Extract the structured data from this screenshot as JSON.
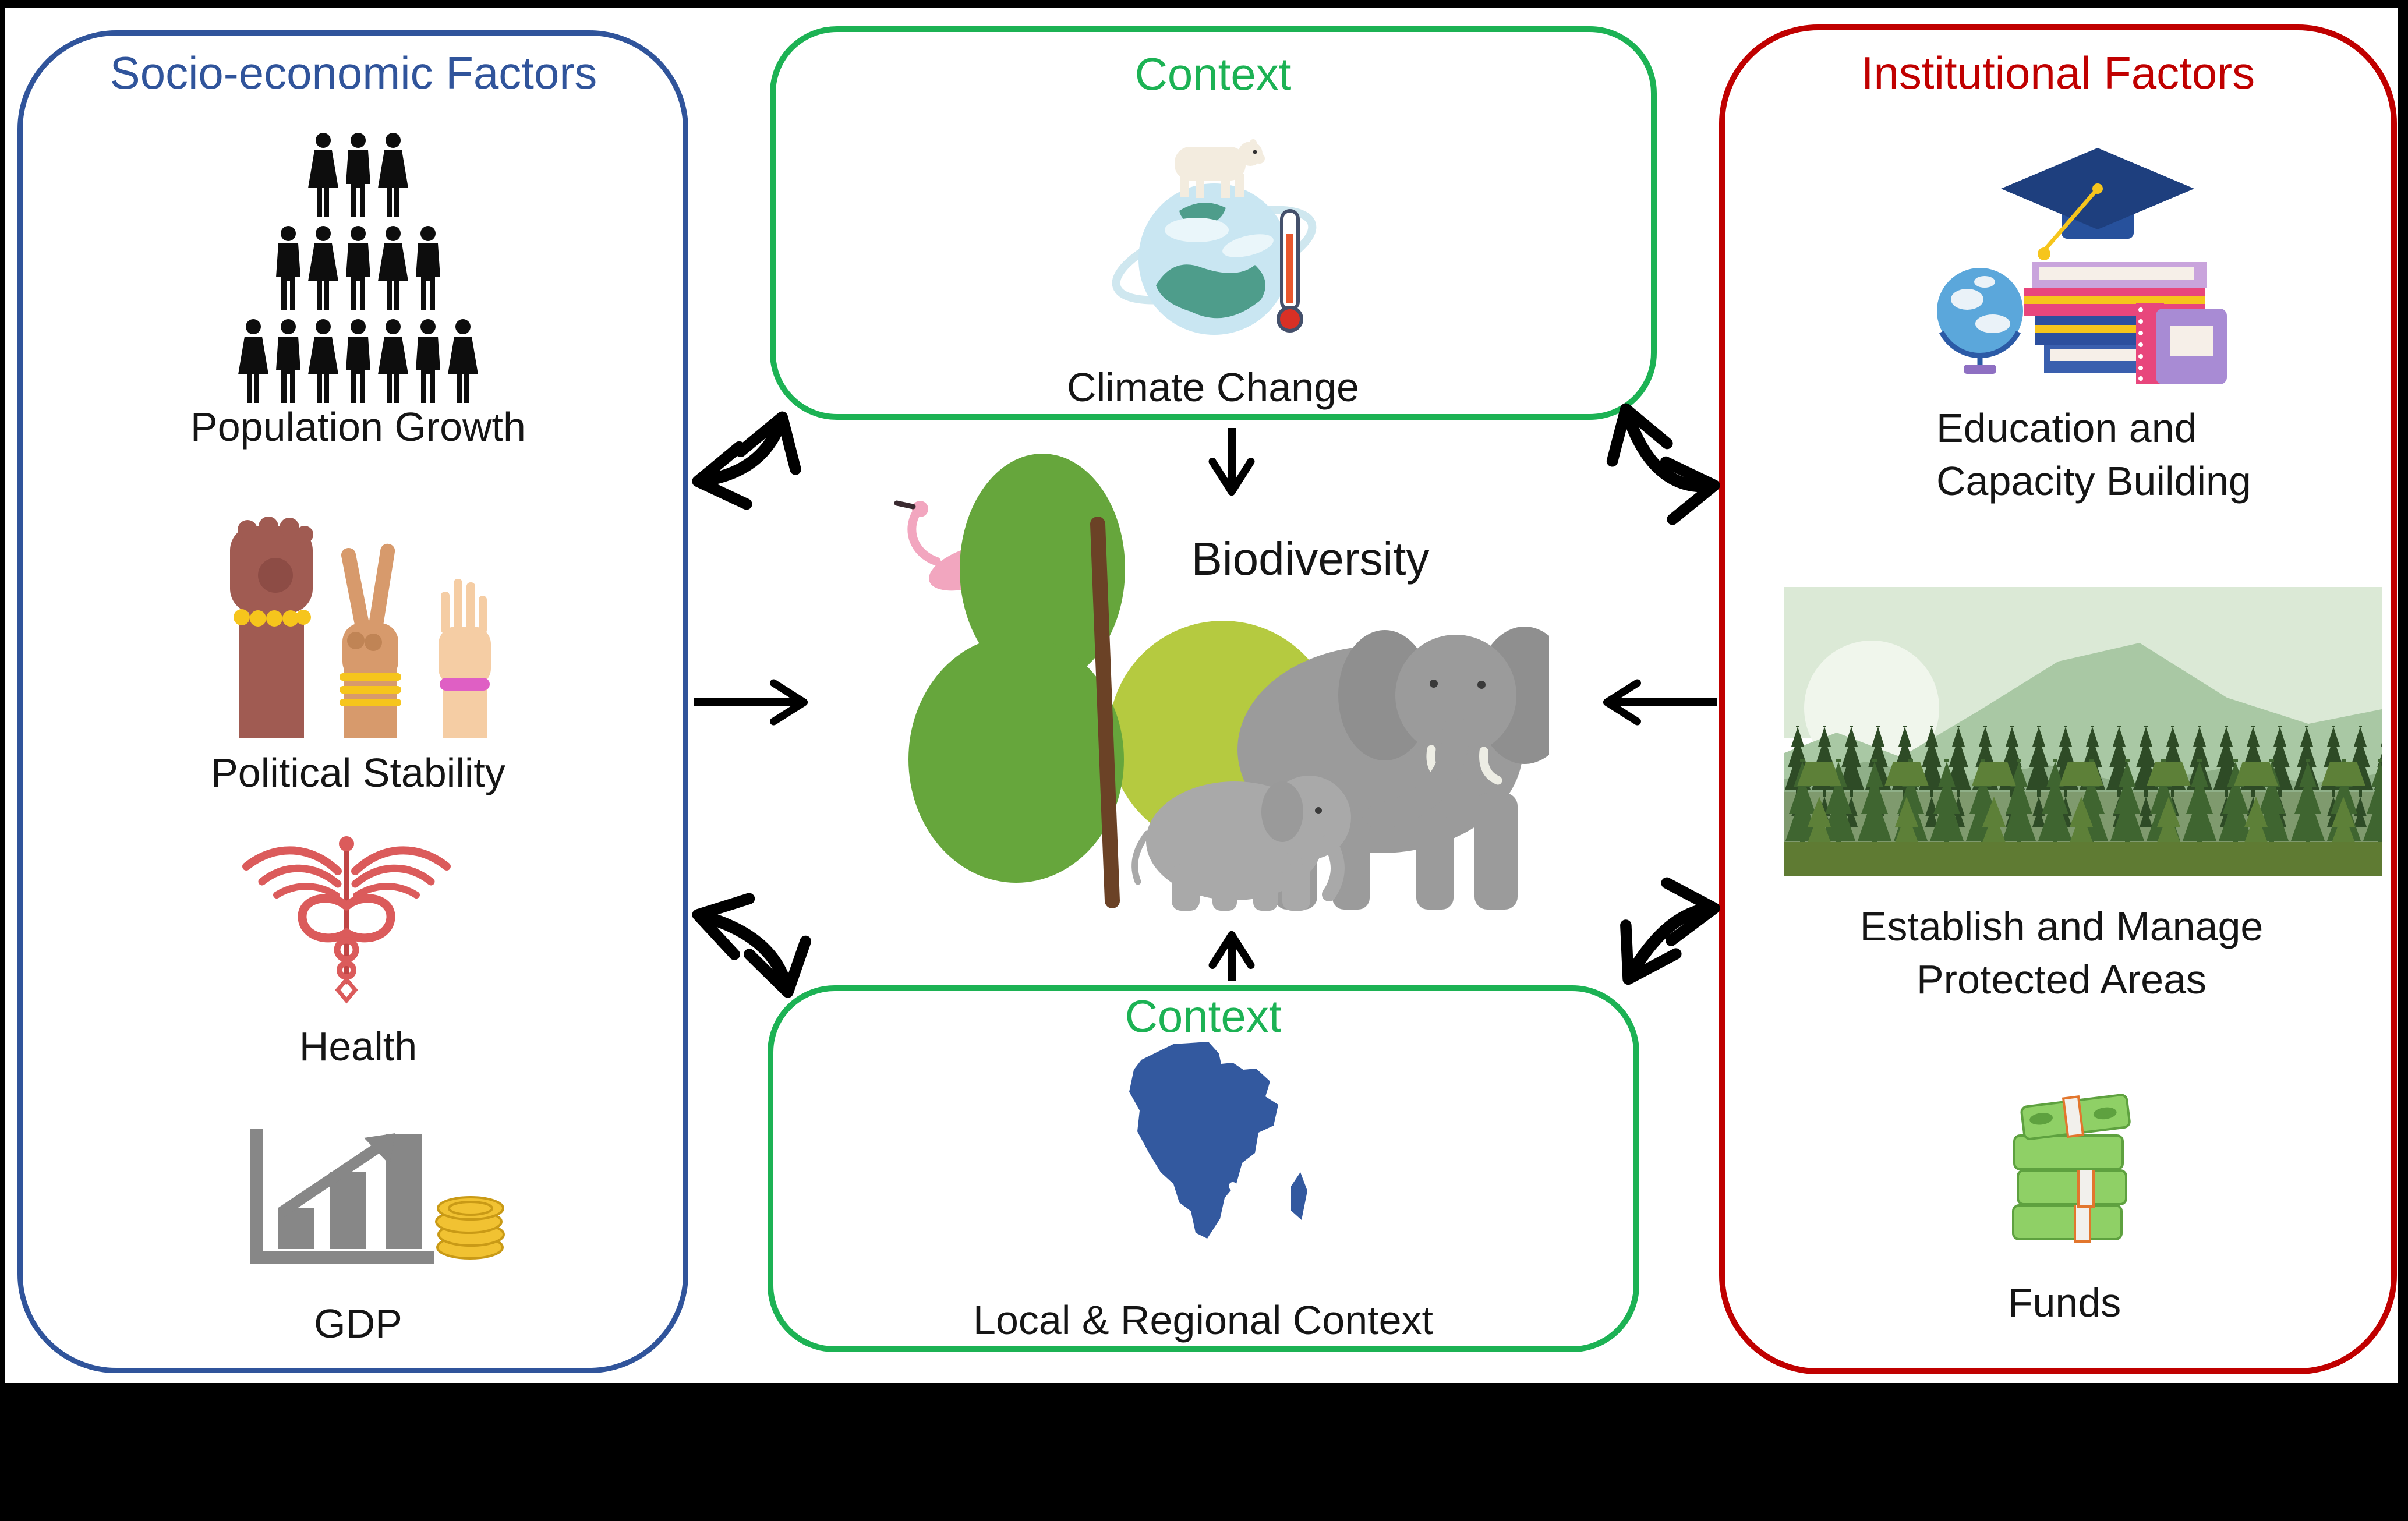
{
  "diagram": {
    "background": "#000000",
    "surface": "#ffffff",
    "center": {
      "label": "Biodiversity",
      "icon": "wildlife-illustration"
    },
    "boxes": {
      "socio_economic": {
        "title": "Socio-economic Factors",
        "accent": "#30549B",
        "items": [
          {
            "icon": "population-pyramid-icon",
            "label": "Population Growth"
          },
          {
            "icon": "raised-hands-icon",
            "label": "Political Stability"
          },
          {
            "icon": "caduceus-icon",
            "label": "Health"
          },
          {
            "icon": "gdp-chart-coins-icon",
            "label": "GDP"
          }
        ]
      },
      "context_top": {
        "title": "Context",
        "accent": "#1CB254",
        "icon": "climate-globe-icon",
        "label": "Climate Change"
      },
      "context_bottom": {
        "title": "Context",
        "accent": "#1CB254",
        "icon": "africa-map-icon",
        "label": "Local & Regional Context"
      },
      "institutional": {
        "title": "Institutional Factors",
        "accent": "#C00000",
        "items": [
          {
            "icon": "education-books-icon",
            "label": "Education and Capacity Building"
          },
          {
            "icon": "protected-forest-icon",
            "label": "Establish and Manage Protected Areas"
          },
          {
            "icon": "money-stack-icon",
            "label": "Funds"
          }
        ]
      }
    },
    "relations": {
      "straight_arrows": [
        "socio→biodiversity",
        "institutional→biodiversity",
        "context-top→biodiversity",
        "context-bottom→biodiversity"
      ],
      "curved_double_arrows": [
        "socio↔context-top",
        "context-top↔institutional",
        "socio↔context-bottom",
        "context-bottom↔institutional"
      ]
    }
  }
}
